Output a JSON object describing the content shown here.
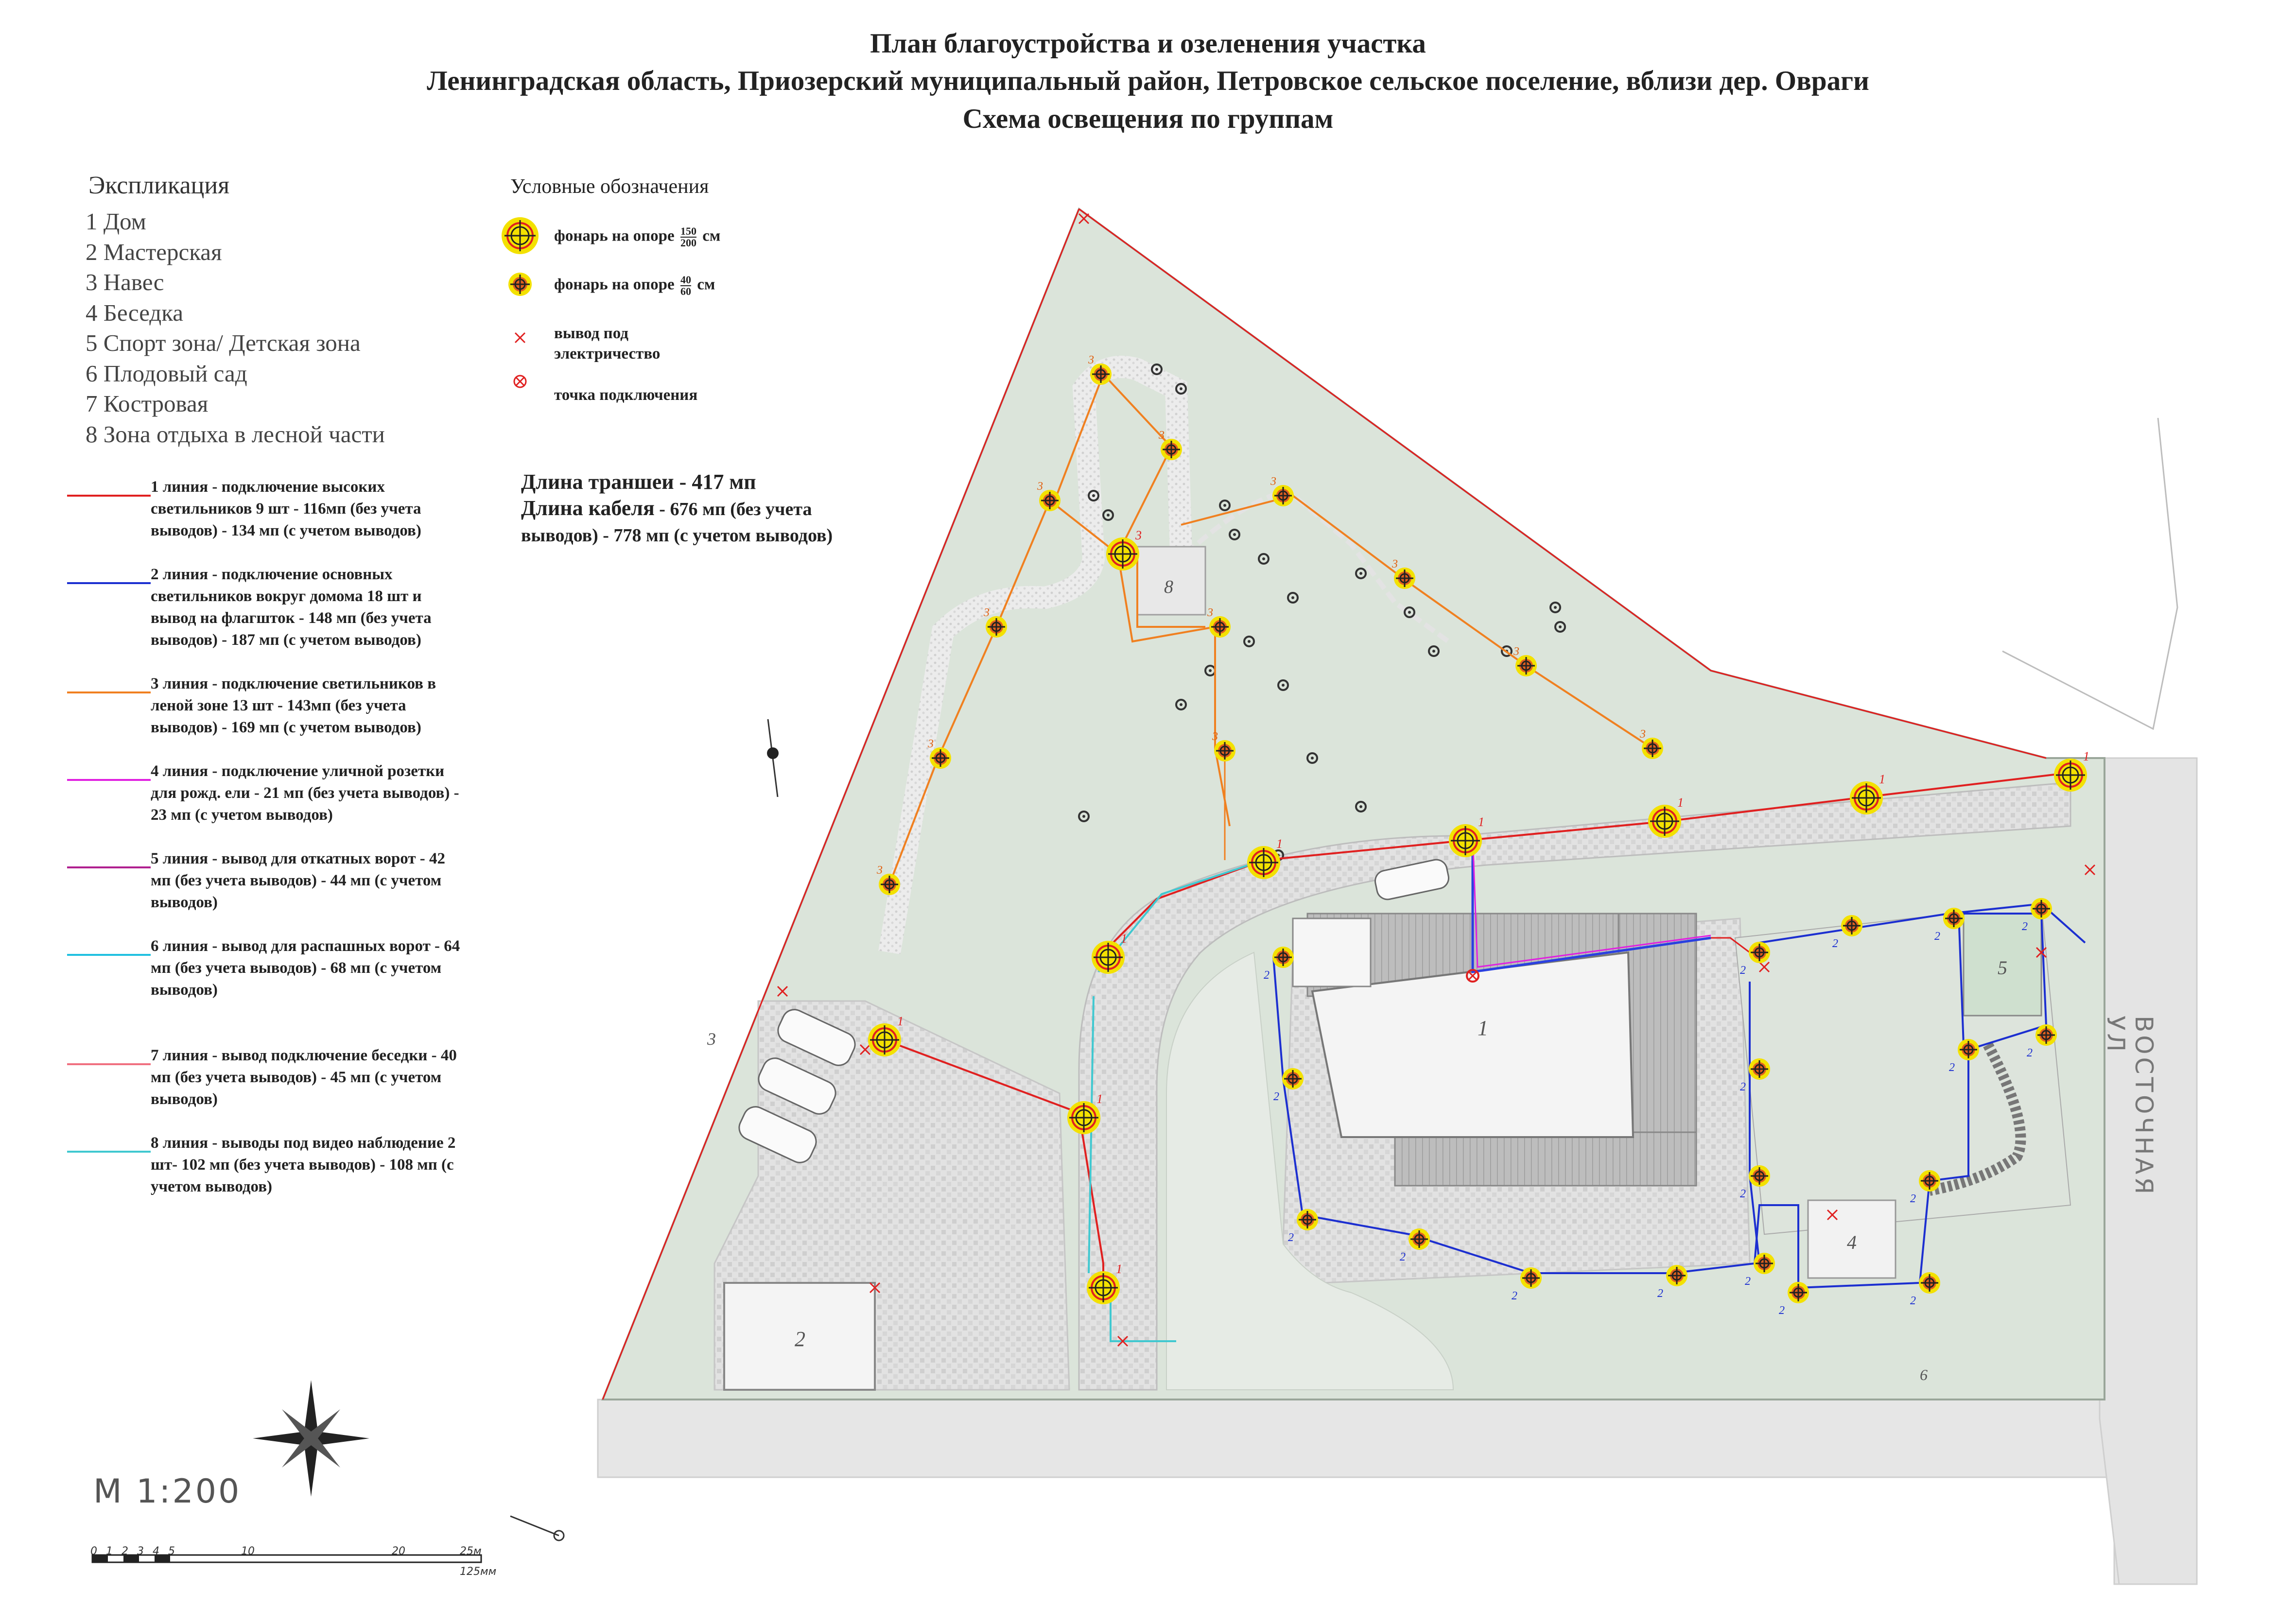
{
  "titles": {
    "line1": "План благоустройства и озеленения участка",
    "line2": "Ленинградская  область, Приозерский муниципальный район, Петровское сельское поселение, вблизи дер. Овраги",
    "line3": "Схема освещения по группам"
  },
  "explication": {
    "title": "Экспликация",
    "items": [
      "1  Дом",
      "2  Мастерская",
      "3  Навес",
      "4  Беседка",
      "5  Спорт зона/ Детская зона",
      "6  Плодовый сад",
      "7  Костровая",
      "8  Зона отдыха в лесной части"
    ]
  },
  "legend": {
    "title": "Условные обозначения",
    "symbols": [
      {
        "label": "фонарь на опоре",
        "fraction_top": "150",
        "fraction_bottom": "200",
        "unit": "см"
      },
      {
        "label": "фонарь на опоре",
        "fraction_top": "40",
        "fraction_bottom": "60",
        "unit": "см"
      },
      {
        "label": "вывод под электричество"
      },
      {
        "label": "точка подключения"
      }
    ]
  },
  "lines": [
    {
      "bold": "1 линия",
      "text": " - подключение высоких светильников 9 шт - 116мп (без учета выводов) - 134 мп (с учетом выводов)",
      "color": "#e02020"
    },
    {
      "bold": "2 линия",
      "text": " - подключение основных светильников вокруг домома 18 шт и вывод на флагшток - 148 мп (без учета выводов) - 187 мп (с учетом выводов)",
      "color": "#1c2fd0"
    },
    {
      "bold": "3 линия",
      "text": " - подключение светильников в леной зоне 13 шт - 143мп (без учета выводов) - 169 мп (с учетом выводов)",
      "color": "#f08020"
    },
    {
      "bold": "4 линия",
      "text": " - подключение уличной розетки для рожд. ели - 21 мп (без учета выводов) - 23 мп (с учетом выводов)",
      "color": "#e020e0"
    },
    {
      "bold": "5 линия",
      "text": " - вывод для откатных ворот - 42 мп (без учета выводов) - 44 мп (с учетом выводов)",
      "color": "#b02090"
    },
    {
      "bold": "6 линия",
      "text": " - вывод для распашных ворот - 64 мп (без учета выводов) - 68 мп (с учетом выводов)",
      "color": "#20c0e0"
    },
    {
      "bold": "7 линия",
      "text": " - вывод подключение беседки - 40 мп (без учета выводов) - 45 мп (с учетом выводов)",
      "color": "#f07080"
    },
    {
      "bold": "8 линия",
      "text": " - выводы под видео наблюдение 2 шт- 102 мп (без учета выводов) - 108 мп (с учетом выводов)",
      "color": "#40c8d0"
    }
  ],
  "totals": {
    "trench": "Длина траншеи -  417 мп",
    "cable_bold": "Длина кабеля",
    "cable_rest": " - 676 мп (без учета выводов) - 778 мп (с учетом выводов)"
  },
  "scale": {
    "label": "М 1:200",
    "ticks": [
      "0",
      "1",
      "2",
      "3",
      "4",
      "5",
      "10",
      "20",
      "25м",
      "125мм"
    ]
  },
  "map": {
    "street_label": "ВОСТОЧНАЯ УЛ",
    "zone_labels": [
      "1",
      "2",
      "3",
      "4",
      "5",
      "6",
      "8"
    ],
    "group_colors": {
      "g1": "#e02020",
      "g2": "#1c2fd0",
      "g3": "#f08020"
    }
  }
}
